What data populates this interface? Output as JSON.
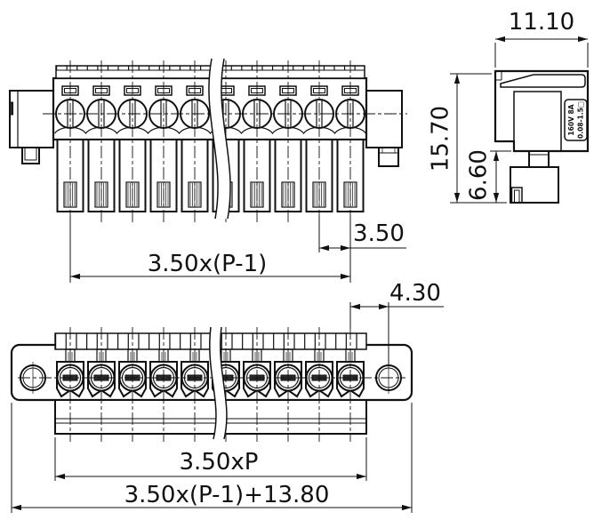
{
  "drawing": {
    "front_view": {
      "dim_pitch": "3.50",
      "dim_span": "3.50x(P-1)"
    },
    "side_view": {
      "dim_width": "11.10",
      "dim_height": "15.70",
      "dim_lower_height": "6.60",
      "marking_line1": "160V 8A",
      "marking_line2": "0.08-1.5□"
    },
    "bottom_view": {
      "dim_hole_offset": "4.30",
      "dim_strip": "3.50xP",
      "dim_overall": "3.50x(P-1)+13.80"
    }
  },
  "colors": {
    "line": "#111111",
    "background": "#ffffff"
  }
}
